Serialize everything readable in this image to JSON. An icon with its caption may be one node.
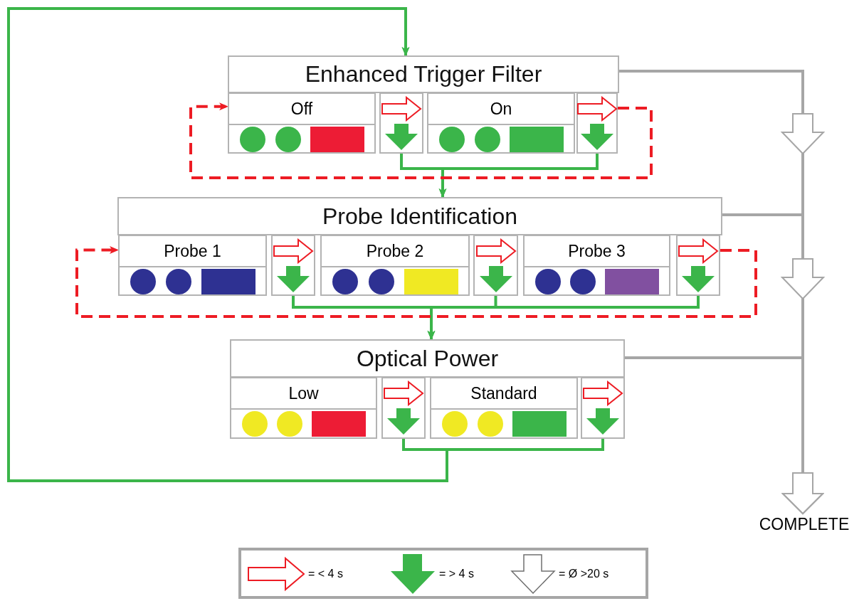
{
  "diagram": {
    "nodes": [
      {
        "text": [
          "Enhanced Trigger Filter"
        ]
      },
      {
        "text": [
          "Off"
        ]
      },
      {
        "text": [],
        "shape": "box"
      },
      {
        "text": [
          "On"
        ]
      },
      {
        "text": [],
        "shape": "box"
      },
      {
        "text": [
          "Probe Identification"
        ]
      },
      {
        "text": [
          "Probe 1"
        ]
      },
      {
        "text": [],
        "shape": "box"
      },
      {
        "text": [
          "Probe 2"
        ]
      },
      {
        "text": [],
        "shape": "box"
      },
      {
        "text": [
          "Probe 3"
        ]
      },
      {
        "text": [],
        "shape": "box"
      },
      {
        "text": [
          "Optical Power"
        ]
      },
      {
        "text": [
          "Low"
        ]
      },
      {
        "text": [],
        "shape": "box"
      },
      {
        "text": [
          "Standard"
        ]
      },
      {
        "text": [],
        "shape": "box"
      },
      {
        "text": [
          "COMPLETE"
        ]
      }
    ],
    "edges": [
      {
        "from": 2,
        "to": 5,
        "arrow": "to"
      },
      {
        "from": 4,
        "to": 5,
        "arrow": "to"
      },
      {
        "from": 7,
        "to": 12,
        "arrow": "to"
      },
      {
        "from": 9,
        "to": 12,
        "arrow": "to"
      },
      {
        "from": 11,
        "to": 12,
        "arrow": "to"
      },
      {
        "from": 14,
        "to": 0,
        "arrow": "to"
      },
      {
        "from": 16,
        "to": 0,
        "arrow": "to"
      },
      {
        "from": 4,
        "to": 1,
        "arrow": "to",
        "style": "dashed",
        "color": "#ed1c24"
      },
      {
        "from": 11,
        "to": 6,
        "arrow": "to",
        "style": "dashed",
        "color": "#ed1c24"
      },
      {
        "from": 0,
        "to": 17,
        "arrow": "to",
        "color": "#a6a6a6"
      },
      {
        "from": 5,
        "to": 17,
        "arrow": "to",
        "color": "#a6a6a6"
      },
      {
        "from": 12,
        "to": 17,
        "arrow": "to",
        "color": "#a6a6a6"
      }
    ],
    "legend": [
      {
        "text": "= < 4 s"
      },
      {
        "text": "= > 4 s"
      },
      {
        "text": "= Ø >20 s"
      }
    ]
  }
}
